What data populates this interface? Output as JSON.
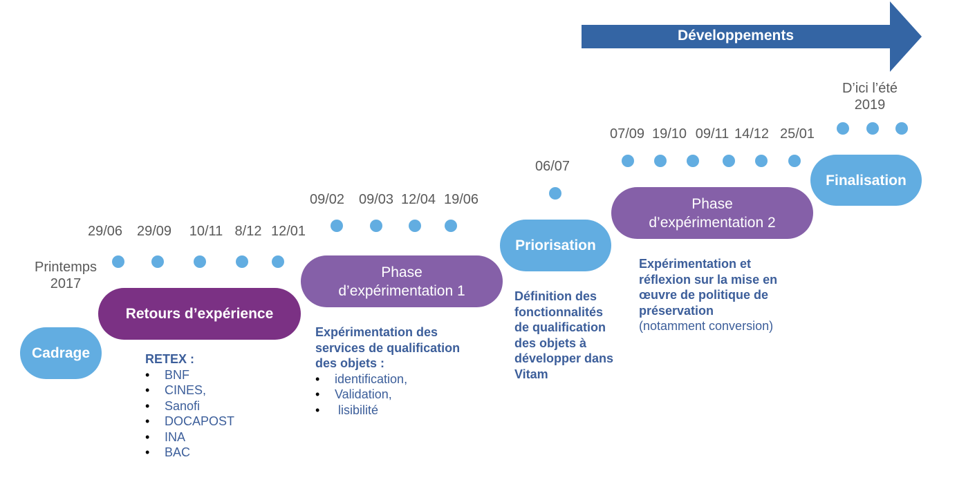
{
  "arrow": {
    "label": "Développements",
    "color": "#3465A4"
  },
  "phases": {
    "cadrage": "Cadrage",
    "retours": "Retours d’expérience",
    "phase1_l1": "Phase",
    "phase1_l2": "d’expérimentation 1",
    "priorisation": "Priorisation",
    "phase2_l1": "Phase",
    "phase2_l2": "d’expérimentation 2",
    "finalisation": "Finalisation"
  },
  "dates": {
    "printemps_l1": "Printemps",
    "printemps_l2": "2017",
    "row1": [
      "29/06",
      "29/09",
      "10/11",
      "8/12",
      "12/01"
    ],
    "row2": [
      "09/02",
      "09/03",
      "12/04",
      "19/06"
    ],
    "row3": [
      "06/07"
    ],
    "row4": [
      "07/09",
      "19/10",
      "09/11",
      "14/12",
      "25/01"
    ],
    "ete_l1": "D’ici l’été",
    "ete_l2": "2019"
  },
  "retex": {
    "title": "RETEX :",
    "items": [
      "BNF",
      "CINES,",
      "Sanofi",
      "DOCAPOST",
      "INA",
      "BAC"
    ]
  },
  "phase1_desc": {
    "lines": [
      "Expérimentation des",
      "services de qualification",
      "des objets :"
    ],
    "items": [
      "identification,",
      "Validation,",
      " lisibilité"
    ]
  },
  "prior_desc": {
    "lines": [
      "Définition des",
      "fonctionnalités",
      "de qualification",
      "des objets à",
      "développer dans",
      "Vitam"
    ]
  },
  "phase2_desc": {
    "lines": [
      "Expérimentation et",
      "réflexion sur la mise en",
      "œuvre de politique de",
      "préservation"
    ],
    "note": "(notamment conversion)"
  },
  "colors": {
    "light_blue": "#62ADE1",
    "dark_purple": "#7B3184",
    "purple": "#8560A8",
    "text_blue": "#3C5E9A",
    "grey": "#595959"
  }
}
